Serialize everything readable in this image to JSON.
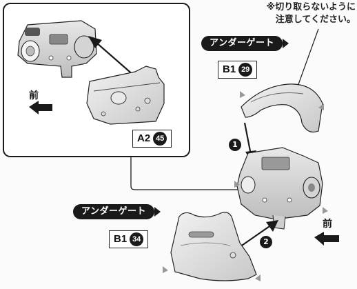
{
  "note": "※切り取らないように\n注意してください。",
  "detail_panel": {
    "direction_label": "前",
    "part_code": "A2",
    "part_number": "45"
  },
  "top_part": {
    "runner_label": "アンダーゲート",
    "part_code": "B1",
    "part_number": "29"
  },
  "bottom_part": {
    "runner_label": "アンダーゲート",
    "part_code": "B1",
    "part_number": "34"
  },
  "main_direction_label": "前",
  "steps": [
    "1",
    "2"
  ]
}
